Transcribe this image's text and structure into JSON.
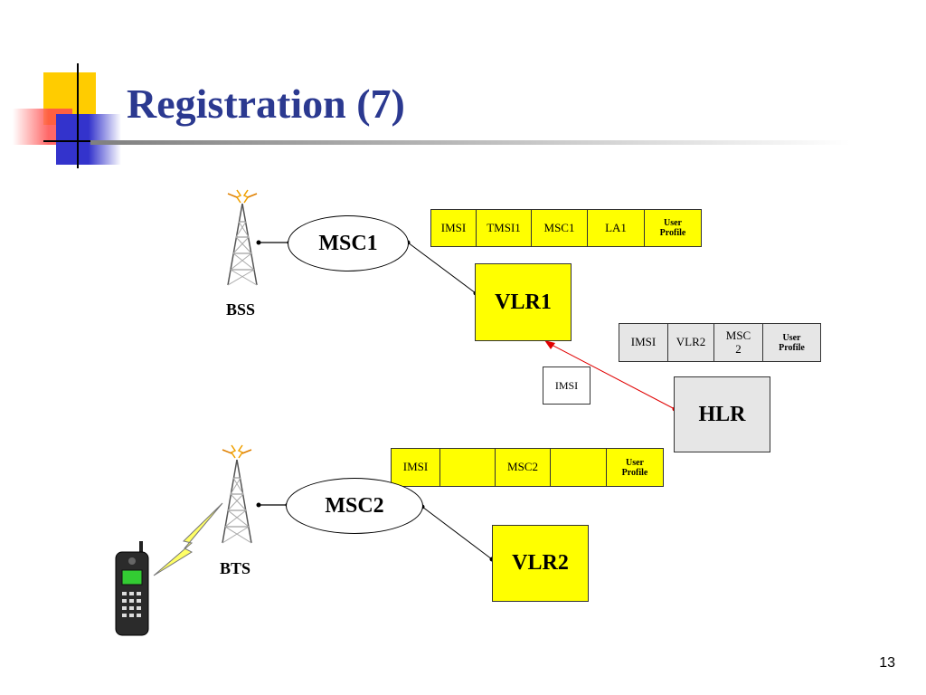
{
  "slide": {
    "title": "Registration (7)",
    "page_number": "13"
  },
  "colors": {
    "title": "#2b3990",
    "yellow": "#ffff00",
    "grey": "#e6e6e6",
    "signal_arrow": "#e00000",
    "deco_yellow": "#ffcc00",
    "deco_red": "#ff4d4d",
    "deco_blue": "#3333cc"
  },
  "top_network": {
    "tower_label": "BSS",
    "msc_label": "MSC1",
    "vlr_label": "VLR1",
    "vlr_record": [
      {
        "text": "IMSI",
        "small": false
      },
      {
        "text": "TMSI1",
        "small": false
      },
      {
        "text": "MSC1",
        "small": false
      },
      {
        "text": "LA1",
        "small": false
      },
      {
        "text": "User\nProfile",
        "small": true
      }
    ]
  },
  "hlr": {
    "label": "HLR",
    "record": [
      {
        "text": "IMSI",
        "small": false
      },
      {
        "text": "VLR2",
        "small": false
      },
      {
        "text": "MSC\n2",
        "small": false
      },
      {
        "text": "User\nProfile",
        "small": true
      }
    ]
  },
  "message": {
    "label": "IMSI"
  },
  "bottom_network": {
    "tower_label": "BTS",
    "msc_label": "MSC2",
    "vlr_label": "VLR2",
    "vlr_record": [
      {
        "text": "IMSI",
        "small": false
      },
      {
        "text": "",
        "small": false
      },
      {
        "text": "MSC2",
        "small": false
      },
      {
        "text": "",
        "small": false
      },
      {
        "text": "User\nProfile",
        "small": true
      }
    ]
  },
  "icons": {
    "tower_top": "antenna-tower-icon",
    "tower_bottom": "antenna-tower-icon",
    "phone": "mobile-phone-icon",
    "radio_link": "lightning-bolt-icon"
  }
}
